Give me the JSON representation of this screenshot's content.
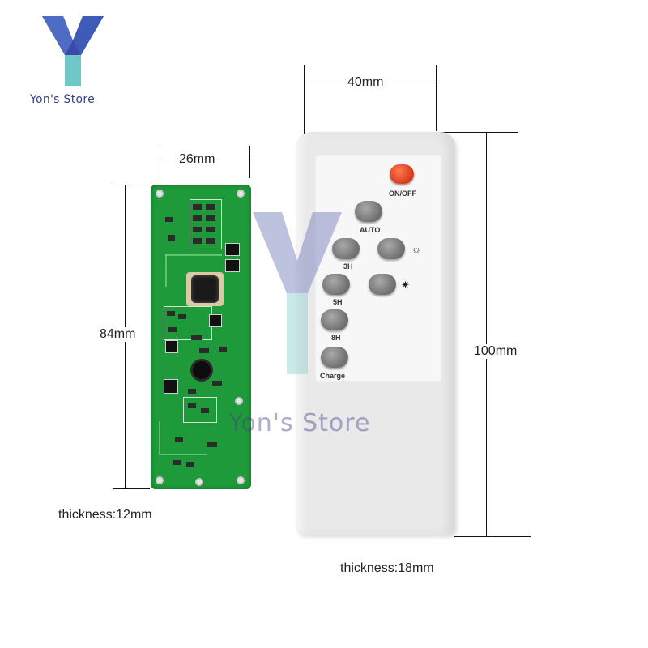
{
  "brand": {
    "logo_text": "Yon's Store",
    "watermark_text": "Yon's Store"
  },
  "pcb": {
    "width_label": "26mm",
    "height_label": "84mm",
    "thickness_label": "thickness:12mm"
  },
  "remote": {
    "width_label": "40mm",
    "height_label": "100mm",
    "thickness_label": "thickness:18mm",
    "buttons": {
      "on_off": "ON/OFF",
      "auto": "AUTO",
      "h3": "3H",
      "h5": "5H",
      "h8": "8H",
      "charge": "Charge",
      "dim_icon": "☼",
      "bright_icon": "✷"
    }
  },
  "colors": {
    "pcb_green": "#1f9a3a",
    "remote_body": "#e9e9e9",
    "power_button": "#e0461f",
    "logo": "#3a3e8c"
  }
}
